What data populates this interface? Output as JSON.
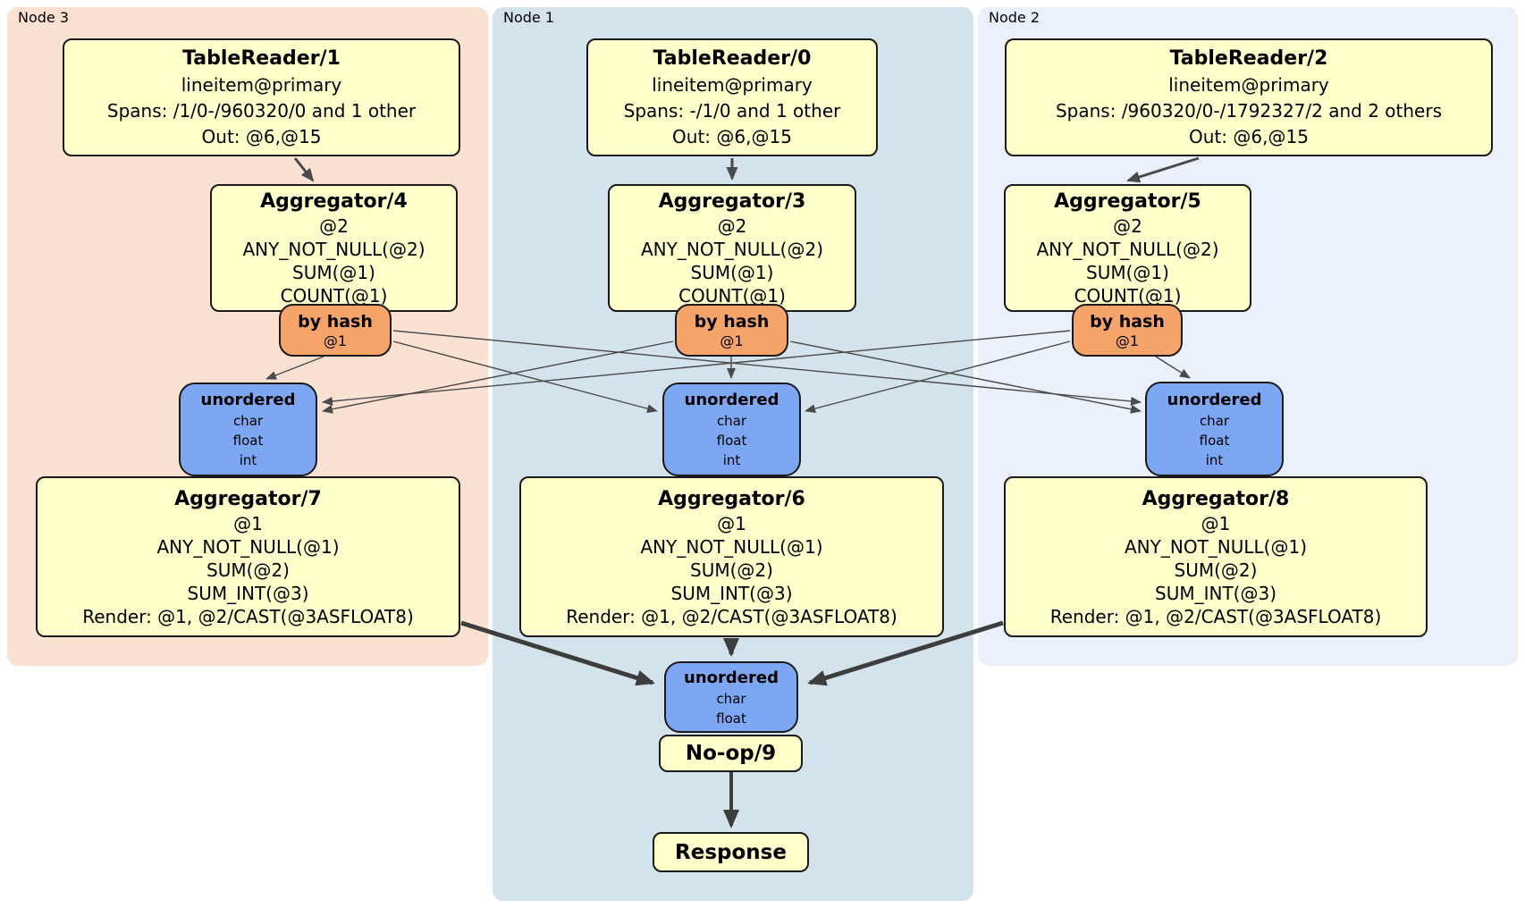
{
  "diagram": {
    "regions": {
      "node3": {
        "label": "Node 3",
        "bg": "#fbe1d2"
      },
      "node1": {
        "label": "Node 1",
        "bg": "#d3e2eb"
      },
      "node2": {
        "label": "Node 2",
        "bg": "#ebf1fa"
      }
    },
    "processors": {
      "tablereader1": {
        "title": "TableReader/1",
        "lines": [
          "lineitem@primary",
          "Spans: /1/0-/960320/0 and 1 other",
          "Out: @6,@15"
        ]
      },
      "tablereader0": {
        "title": "TableReader/0",
        "lines": [
          "lineitem@primary",
          "Spans: -/1/0 and 1 other",
          "Out: @6,@15"
        ]
      },
      "tablereader2": {
        "title": "TableReader/2",
        "lines": [
          "lineitem@primary",
          "Spans: /960320/0-/1792327/2 and 2 others",
          "Out: @6,@15"
        ]
      },
      "aggregator4": {
        "title": "Aggregator/4",
        "lines": [
          "@2",
          "ANY_NOT_NULL(@2)",
          "SUM(@1)",
          "COUNT(@1)"
        ]
      },
      "aggregator3": {
        "title": "Aggregator/3",
        "lines": [
          "@2",
          "ANY_NOT_NULL(@2)",
          "SUM(@1)",
          "COUNT(@1)"
        ]
      },
      "aggregator5": {
        "title": "Aggregator/5",
        "lines": [
          "@2",
          "ANY_NOT_NULL(@2)",
          "SUM(@1)",
          "COUNT(@1)"
        ]
      },
      "aggregator7": {
        "title": "Aggregator/7",
        "lines": [
          "@1",
          "ANY_NOT_NULL(@1)",
          "SUM(@2)",
          "SUM_INT(@3)",
          "Render: @1, @2/CAST(@3ASFLOAT8)"
        ]
      },
      "aggregator6": {
        "title": "Aggregator/6",
        "lines": [
          "@1",
          "ANY_NOT_NULL(@1)",
          "SUM(@2)",
          "SUM_INT(@3)",
          "Render: @1, @2/CAST(@3ASFLOAT8)"
        ]
      },
      "aggregator8": {
        "title": "Aggregator/8",
        "lines": [
          "@1",
          "ANY_NOT_NULL(@1)",
          "SUM(@2)",
          "SUM_INT(@3)",
          "Render: @1, @2/CAST(@3ASFLOAT8)"
        ]
      },
      "noop9": {
        "title": "No-op/9"
      },
      "response": {
        "title": "Response"
      }
    },
    "routers": {
      "node3": {
        "title": "by hash",
        "key": "@1"
      },
      "node1": {
        "title": "by hash",
        "key": "@1"
      },
      "node2": {
        "title": "by hash",
        "key": "@1"
      }
    },
    "syncs": {
      "node3": {
        "title": "unordered",
        "columns": [
          "char",
          "float",
          "int"
        ]
      },
      "node1": {
        "title": "unordered",
        "columns": [
          "char",
          "float",
          "int"
        ]
      },
      "node2": {
        "title": "unordered",
        "columns": [
          "char",
          "float",
          "int"
        ]
      },
      "final": {
        "title": "unordered",
        "columns": [
          "char",
          "float"
        ]
      }
    },
    "colors": {
      "processor_box": "#ffffcc",
      "router_box": "#f7a46a",
      "sync_box": "#7da7f2",
      "node3_bg": "#fbe1d2",
      "node1_bg": "#d3e2eb",
      "node2_bg": "#ebf1fa",
      "edge": "#4a4a4a"
    }
  }
}
